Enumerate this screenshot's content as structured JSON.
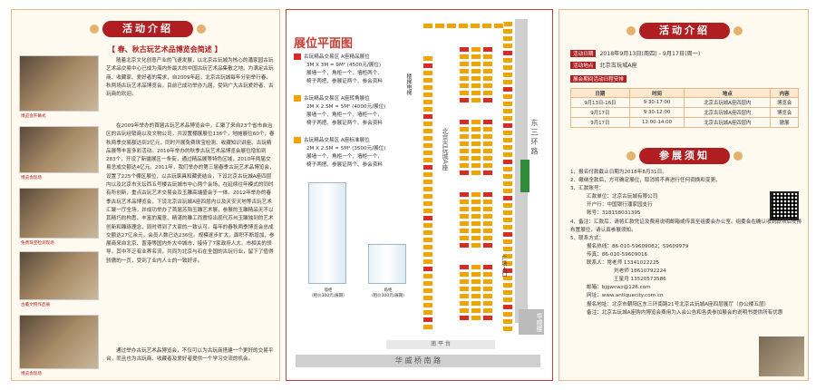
{
  "left": {
    "header": "活动介绍",
    "subheader": "【 春、秋古玩艺术品博览会简述 】",
    "para1": "随着北京文化创意产业的飞速发展，以北京古玩城为核心的潘家园古玩艺术品交易中心已成为海内外最大的中国古玩艺术品集散之地。为满足古玩商、收藏家、爱好者的需求，自2009年起，北京古玩城每年分别举行春、秋两场古玩艺术品博览会，目前已成功举办九届，受到广大古玩爱好者、古玩商的欢迎。",
    "para2": "在2009年举办的首届古玩艺术品博览会中，汇聚了来自23个省市自治区的古玩经销商以及文物公司，共设置棚展展位136个，地摊展位60个，春秋两季交易额达到2亿元，同时开展免费珠宝检测、收藏知识讲座、古玩精品展等丰富多彩活动。2010年举办的秋季古玩艺术品博览会展位增加到283个，开设了新疆展区一条街，通过精品展等特色区域，2010年两届交易总成交额达4亿元。2011年，我们举办的第三届春季古玩艺术品博览会，设置了225个棚区展位，以古玩家具和藏瓷结合，下设北京古玩城A座四层内以及北京市天坛西五号楼古玩城市中心两个会场，在延续往年模式的同时有所创新，重点古玩艺术交易会及玉雕高端盛会于一体。2012年举办的春季古玩艺术品博览会，下设北京古玩城A座四层内以及天安天地等古玩艺术汇聚一厅全场，并成功举办了首届苏阳玉雕艺术展，参展的玉雕精品无不以其精巧的构思、丰富的寓意、精湛的雕工而震惊出现代苏州玉雕独到的艺术创新和雕琢理念，同时得到了大家的一致认可。每年的春秋两季博览会总成交额达27亿余元，会员人数已达236位。规模逐步扩大，面积不断增加，参展商来自北京、香港等国内外大中城市，接待了7家政府人大、市相关的领导，其中不乏有业界名流，共同为北京与石在全国的古玩行业，留下了值得骄傲的一页，受到了业内人士的一致好评。",
    "para3": "通过举办古玩艺术品博览会，不仅可以为古玩商搭建一个更好的交易平台，而且也为古玩商、收藏者及爱好者提供一个学习交流的机会。",
    "captions": [
      "博览会开幕式",
      "博览会现场",
      "免费珠宝检测现场",
      "古董文物作品展",
      "博览会现场"
    ]
  },
  "mid": {
    "title": "展位平面图",
    "legend": [
      {
        "title": "古玩精品交易区  A座精品展位",
        "size": "3M X 3M = 9M²  (4500元/展位)",
        "l1": "展墙一个、角柜一个、墙柜两个、",
        "l2": "椅子两把、参展证两个、参会资料",
        "color": "#d92a26"
      },
      {
        "title": "古玩精品交易区  A座转角展位",
        "size": "2M X 2.5M = 5M²  (4000元/展位)",
        "l1": "展墙一个、角柜一个、墙柜一个、",
        "l2": "椅子两把、参展证两个、参会资料",
        "color": "#f0a400"
      },
      {
        "title": "古玩精品交易区  A座标准展位",
        "size": "2M X 2.5M = 5M²  (3500元/展位)",
        "l1": "展墙一个、角柜一个、墙柜一个、",
        "l2": "椅子两把、参展证两个、参会资料",
        "color": "#f0a400"
      }
    ],
    "cab1": "墙柜\n（租价300元/展期）",
    "cab2": "角柜\n（租价300元/展期）",
    "road_east": "东 三 环 路",
    "road_south": "华 威 桥 南 路",
    "gate_entry": "北京古玩城A座",
    "plaza": "华威楼",
    "south_gate": "南 平 台",
    "elevator": "楼梯电梯",
    "square": "广场入口"
  },
  "right": {
    "header": "活动介绍",
    "time_label": "活动日期",
    "time_value": "2018年9月13日(周四) - 9月17日(周一)",
    "place_label": "活动地点",
    "place_value": "北京古玩城A座",
    "schedule_title": "展会期间活动日程安排",
    "schedule_head": [
      "日期",
      "时间",
      "地点",
      "内容"
    ],
    "schedule": [
      [
        "9月13日-16日",
        "9:30-17:00",
        "北京古玩城A座四层内",
        "博览会"
      ],
      [
        "9月17日",
        "9:30-12:00",
        "北京古玩城A座四层内",
        "博览会"
      ],
      [
        "9月17日",
        "12:00-14:00",
        "北京古玩城A座四层内",
        "撤展"
      ]
    ],
    "header2": "参展须知",
    "notes": [
      "1、报名付款截止日期为2018年8月31日。",
      "2、缴纳全款后，方可确定展位，取消将不再进行任何调换和变更。",
      "3、汇款账号：",
      "汇款单位：北京古玩城有限公司",
      "开户行：中国银行潘家园支行",
      "账号：318158031395",
      "4、备注：汇款后，请将汇款凭证及费用说明邮箱或传真至组委会办公室。组委会在确认收到款项后安排布置展位，请认真参展须知。",
      "5、联系方式：",
      "报名热线：86-010-59609082；59609979",
      "传真：86-010-59609016",
      "联系人：常老师 13341022225",
      "刘老师 18610792224",
      "王星月 13520573586",
      "邮箱：bjgwcwz@126.com",
      "网址：www.antiquecity.com.cn",
      "报名地址：北京市朝阳区东三环南路21号北京古玩城A座四层展厅（办公楼五层）",
      "备注：北京古玩城A座购内博览会费用为入会公告和各类参加展会的说明书提供所有优惠"
    ]
  }
}
